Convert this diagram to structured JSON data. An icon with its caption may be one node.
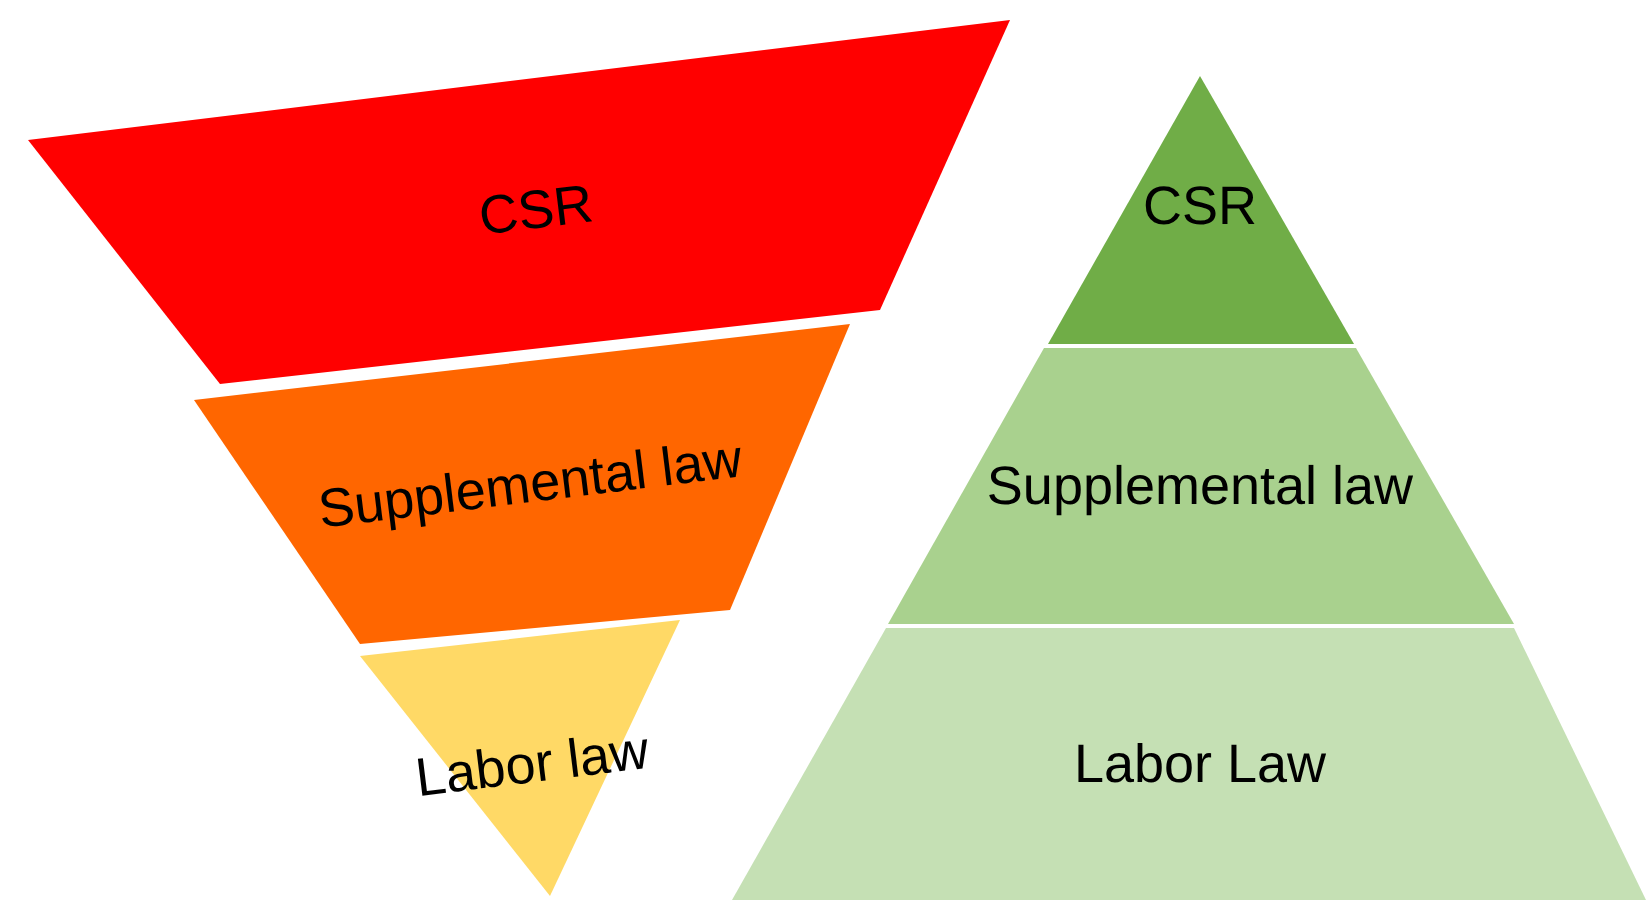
{
  "diagram": {
    "nodes": [
      {
        "text": [
          "CSR"
        ]
      },
      {
        "text": [
          "Supplemental law"
        ]
      },
      {
        "text": [
          "Labor law"
        ]
      },
      {
        "text": [
          "CSR"
        ]
      },
      {
        "text": [
          "Supplemental law"
        ]
      },
      {
        "text": [
          "Labor Law"
        ]
      }
    ]
  }
}
